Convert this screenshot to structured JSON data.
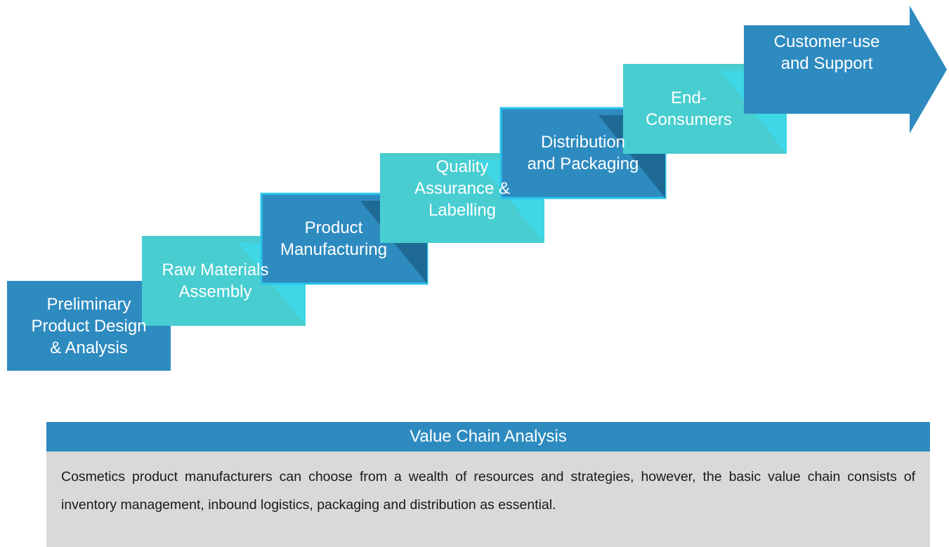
{
  "colors": {
    "dark_blue": "#2e8bc0",
    "teal": "#48cdd0",
    "fold_dark": "#1f6a94",
    "fold_light": "#3fd6e6",
    "outline": "#2bc4ea",
    "panel_bg": "#d9d9d9"
  },
  "steps": [
    {
      "label": "Preliminary\nProduct Design\n& Analysis",
      "fill": "dark"
    },
    {
      "label": "Raw Materials\nAssembly",
      "fill": "teal"
    },
    {
      "label": "Product\nManufacturing",
      "fill": "dark"
    },
    {
      "label": "Quality\nAssurance &\nLabelling",
      "fill": "teal"
    },
    {
      "label": "Distribution\nand Packaging",
      "fill": "dark"
    },
    {
      "label": "End-\nConsumers",
      "fill": "teal"
    },
    {
      "label": "Customer-use\nand Support",
      "fill": "dark"
    }
  ],
  "panel": {
    "title": "Value Chain Analysis",
    "body": "Cosmetics product manufacturers can choose from a wealth of resources and strategies, however, the basic value chain consists of inventory management, inbound logistics, packaging and distribution as essential."
  }
}
